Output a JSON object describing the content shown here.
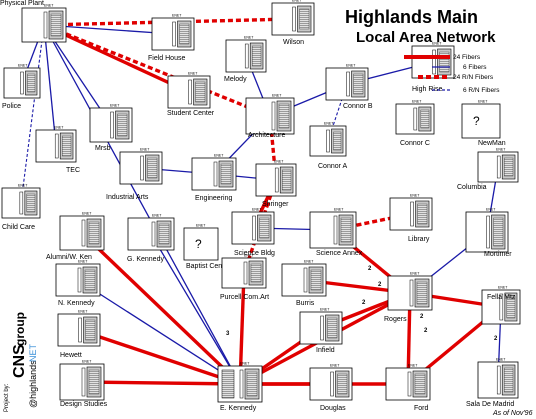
{
  "title": {
    "line1": "Highlands Main",
    "line2": "Local Area Network"
  },
  "legend": [
    {
      "label": "24 Fibers",
      "style": "thick-red",
      "color": "#e00000"
    },
    {
      "label": "6 Fibers",
      "style": "thin-blue",
      "color": "#1a1aa8"
    },
    {
      "label": "24 R/N Fibers",
      "style": "thick-red-dashed",
      "color": "#e00000"
    },
    {
      "label": "6 R/N Fibers",
      "style": "thin-blue-dashed",
      "color": "#1a1aa8"
    }
  ],
  "credit": {
    "prefix": "Project by:",
    "brand_big": "CNS",
    "brand_word": "group",
    "handle": "@highlands",
    "handle_suffix": "NET"
  },
  "as_of": "As of Nov'96",
  "port_label": "ENET",
  "buildings": [
    {
      "id": "physical-plant",
      "label": "Physical Plant"
    },
    {
      "id": "wilson",
      "label": "Wilson"
    },
    {
      "id": "field-house",
      "label": "Field House"
    },
    {
      "id": "melody",
      "label": "Melody"
    },
    {
      "id": "police",
      "label": "Police"
    },
    {
      "id": "student-center",
      "label": "Student Center"
    },
    {
      "id": "architecture",
      "label": "Architecture"
    },
    {
      "id": "connor-b",
      "label": "Connor B"
    },
    {
      "id": "high-rise",
      "label": "High Rise"
    },
    {
      "id": "mrsb",
      "label": "Mrsb"
    },
    {
      "id": "connor-a",
      "label": "Connor A"
    },
    {
      "id": "connor-c",
      "label": "Connor C"
    },
    {
      "id": "newman",
      "label": "NewMan"
    },
    {
      "id": "tec",
      "label": "TEC"
    },
    {
      "id": "industrial-arts",
      "label": "Industrial Arts"
    },
    {
      "id": "engineering",
      "label": "Engineering"
    },
    {
      "id": "shringer",
      "label": "Shringer"
    },
    {
      "id": "columbia",
      "label": "Columbia"
    },
    {
      "id": "child-care",
      "label": "Child Care"
    },
    {
      "id": "library",
      "label": "Library"
    },
    {
      "id": "baptist-center",
      "label": "Baptist Center"
    },
    {
      "id": "science-bldg",
      "label": "Science Bldg"
    },
    {
      "id": "science-annex",
      "label": "Science Annex"
    },
    {
      "id": "mortimer",
      "label": "Mortimer"
    },
    {
      "id": "alumni-w-ken",
      "label": "Alumni/W. Ken"
    },
    {
      "id": "g-kennedy",
      "label": "G. Kennedy"
    },
    {
      "id": "n-kennedy",
      "label": "N. Kennedy"
    },
    {
      "id": "purcell-com-art",
      "label": "Purcell Com.Art"
    },
    {
      "id": "burris",
      "label": "Burris"
    },
    {
      "id": "rogers",
      "label": "Rogers"
    },
    {
      "id": "fella-mtz",
      "label": "Fella Mtz"
    },
    {
      "id": "hewett",
      "label": "Hewett"
    },
    {
      "id": "infield",
      "label": "Infield"
    },
    {
      "id": "design-studies",
      "label": "Design Studies"
    },
    {
      "id": "e-kennedy",
      "label": "E. Kennedy"
    },
    {
      "id": "douglas",
      "label": "Douglas"
    },
    {
      "id": "ford",
      "label": "Ford"
    },
    {
      "id": "sala-de-madrid",
      "label": "Sala De Madrid"
    }
  ],
  "unknown_marker": "?",
  "link_counts": [
    "2",
    "2",
    "2",
    "2",
    "2",
    "2",
    "3"
  ],
  "links": [
    {
      "from": "physical-plant",
      "to": "wilson",
      "type": "thick-red-dashed"
    },
    {
      "from": "physical-plant",
      "to": "field-house",
      "type": "thin-blue"
    },
    {
      "from": "physical-plant",
      "to": "student-center",
      "type": "thick-red"
    },
    {
      "from": "physical-plant",
      "to": "architecture",
      "type": "thick-red-dashed"
    },
    {
      "from": "physical-plant",
      "to": "police",
      "type": "thin-blue"
    },
    {
      "from": "physical-plant",
      "to": "mrsb",
      "type": "thin-blue"
    },
    {
      "from": "physical-plant",
      "to": "tec",
      "type": "thin-blue"
    },
    {
      "from": "physical-plant",
      "to": "child-care",
      "type": "thin-blue-dashed"
    },
    {
      "from": "physical-plant",
      "to": "e-kennedy",
      "type": "thin-blue"
    },
    {
      "from": "melody",
      "to": "architecture",
      "type": "thin-blue"
    },
    {
      "from": "architecture",
      "to": "connor-b",
      "type": "thin-blue"
    },
    {
      "from": "connor-b",
      "to": "high-rise",
      "type": "thin-blue"
    },
    {
      "from": "connor-b",
      "to": "connor-a",
      "type": "thin-blue-dashed"
    },
    {
      "from": "architecture",
      "to": "engineering",
      "type": "thin-blue"
    },
    {
      "from": "architecture",
      "to": "shringer",
      "type": "thick-red-dashed"
    },
    {
      "from": "industrial-arts",
      "to": "engineering",
      "type": "thin-blue"
    },
    {
      "from": "engineering",
      "to": "shringer",
      "type": "thin-blue"
    },
    {
      "from": "shringer",
      "to": "science-bldg",
      "type": "thick-red"
    },
    {
      "from": "shringer",
      "to": "purcell-com-art",
      "type": "thick-red-dashed"
    },
    {
      "from": "science-bldg",
      "to": "science-annex",
      "type": "thin-blue"
    },
    {
      "from": "science-annex",
      "to": "library",
      "type": "thick-red-dashed"
    },
    {
      "from": "science-annex",
      "to": "rogers",
      "type": "thick-red"
    },
    {
      "from": "columbia",
      "to": "mortimer",
      "type": "thin-blue"
    },
    {
      "from": "mortimer",
      "to": "rogers",
      "type": "thin-blue"
    },
    {
      "from": "burris",
      "to": "rogers",
      "type": "thick-red"
    },
    {
      "from": "rogers",
      "to": "fella-mtz",
      "type": "thick-red"
    },
    {
      "from": "rogers",
      "to": "infield",
      "type": "thick-red"
    },
    {
      "from": "rogers",
      "to": "e-kennedy",
      "type": "thick-red"
    },
    {
      "from": "rogers",
      "to": "ford",
      "type": "thick-red"
    },
    {
      "from": "ford",
      "to": "fella-mtz",
      "type": "thick-red"
    },
    {
      "from": "fella-mtz",
      "to": "sala-de-madrid",
      "type": "thin-blue"
    },
    {
      "from": "douglas",
      "to": "e-kennedy",
      "type": "thick-red"
    },
    {
      "from": "e-kennedy",
      "to": "ford",
      "type": "thick-red"
    },
    {
      "from": "alumni-w-ken",
      "to": "e-kennedy",
      "type": "thick-red"
    },
    {
      "from": "g-kennedy",
      "to": "e-kennedy",
      "type": "thin-blue"
    },
    {
      "from": "n-kennedy",
      "to": "e-kennedy",
      "type": "thin-blue"
    },
    {
      "from": "hewett",
      "to": "e-kennedy",
      "type": "thick-red"
    },
    {
      "from": "design-studies",
      "to": "e-kennedy",
      "type": "thick-red"
    },
    {
      "from": "purcell-com-art",
      "to": "e-kennedy",
      "type": "thick-red"
    },
    {
      "from": "infield",
      "to": "e-kennedy",
      "type": "thick-red"
    }
  ]
}
